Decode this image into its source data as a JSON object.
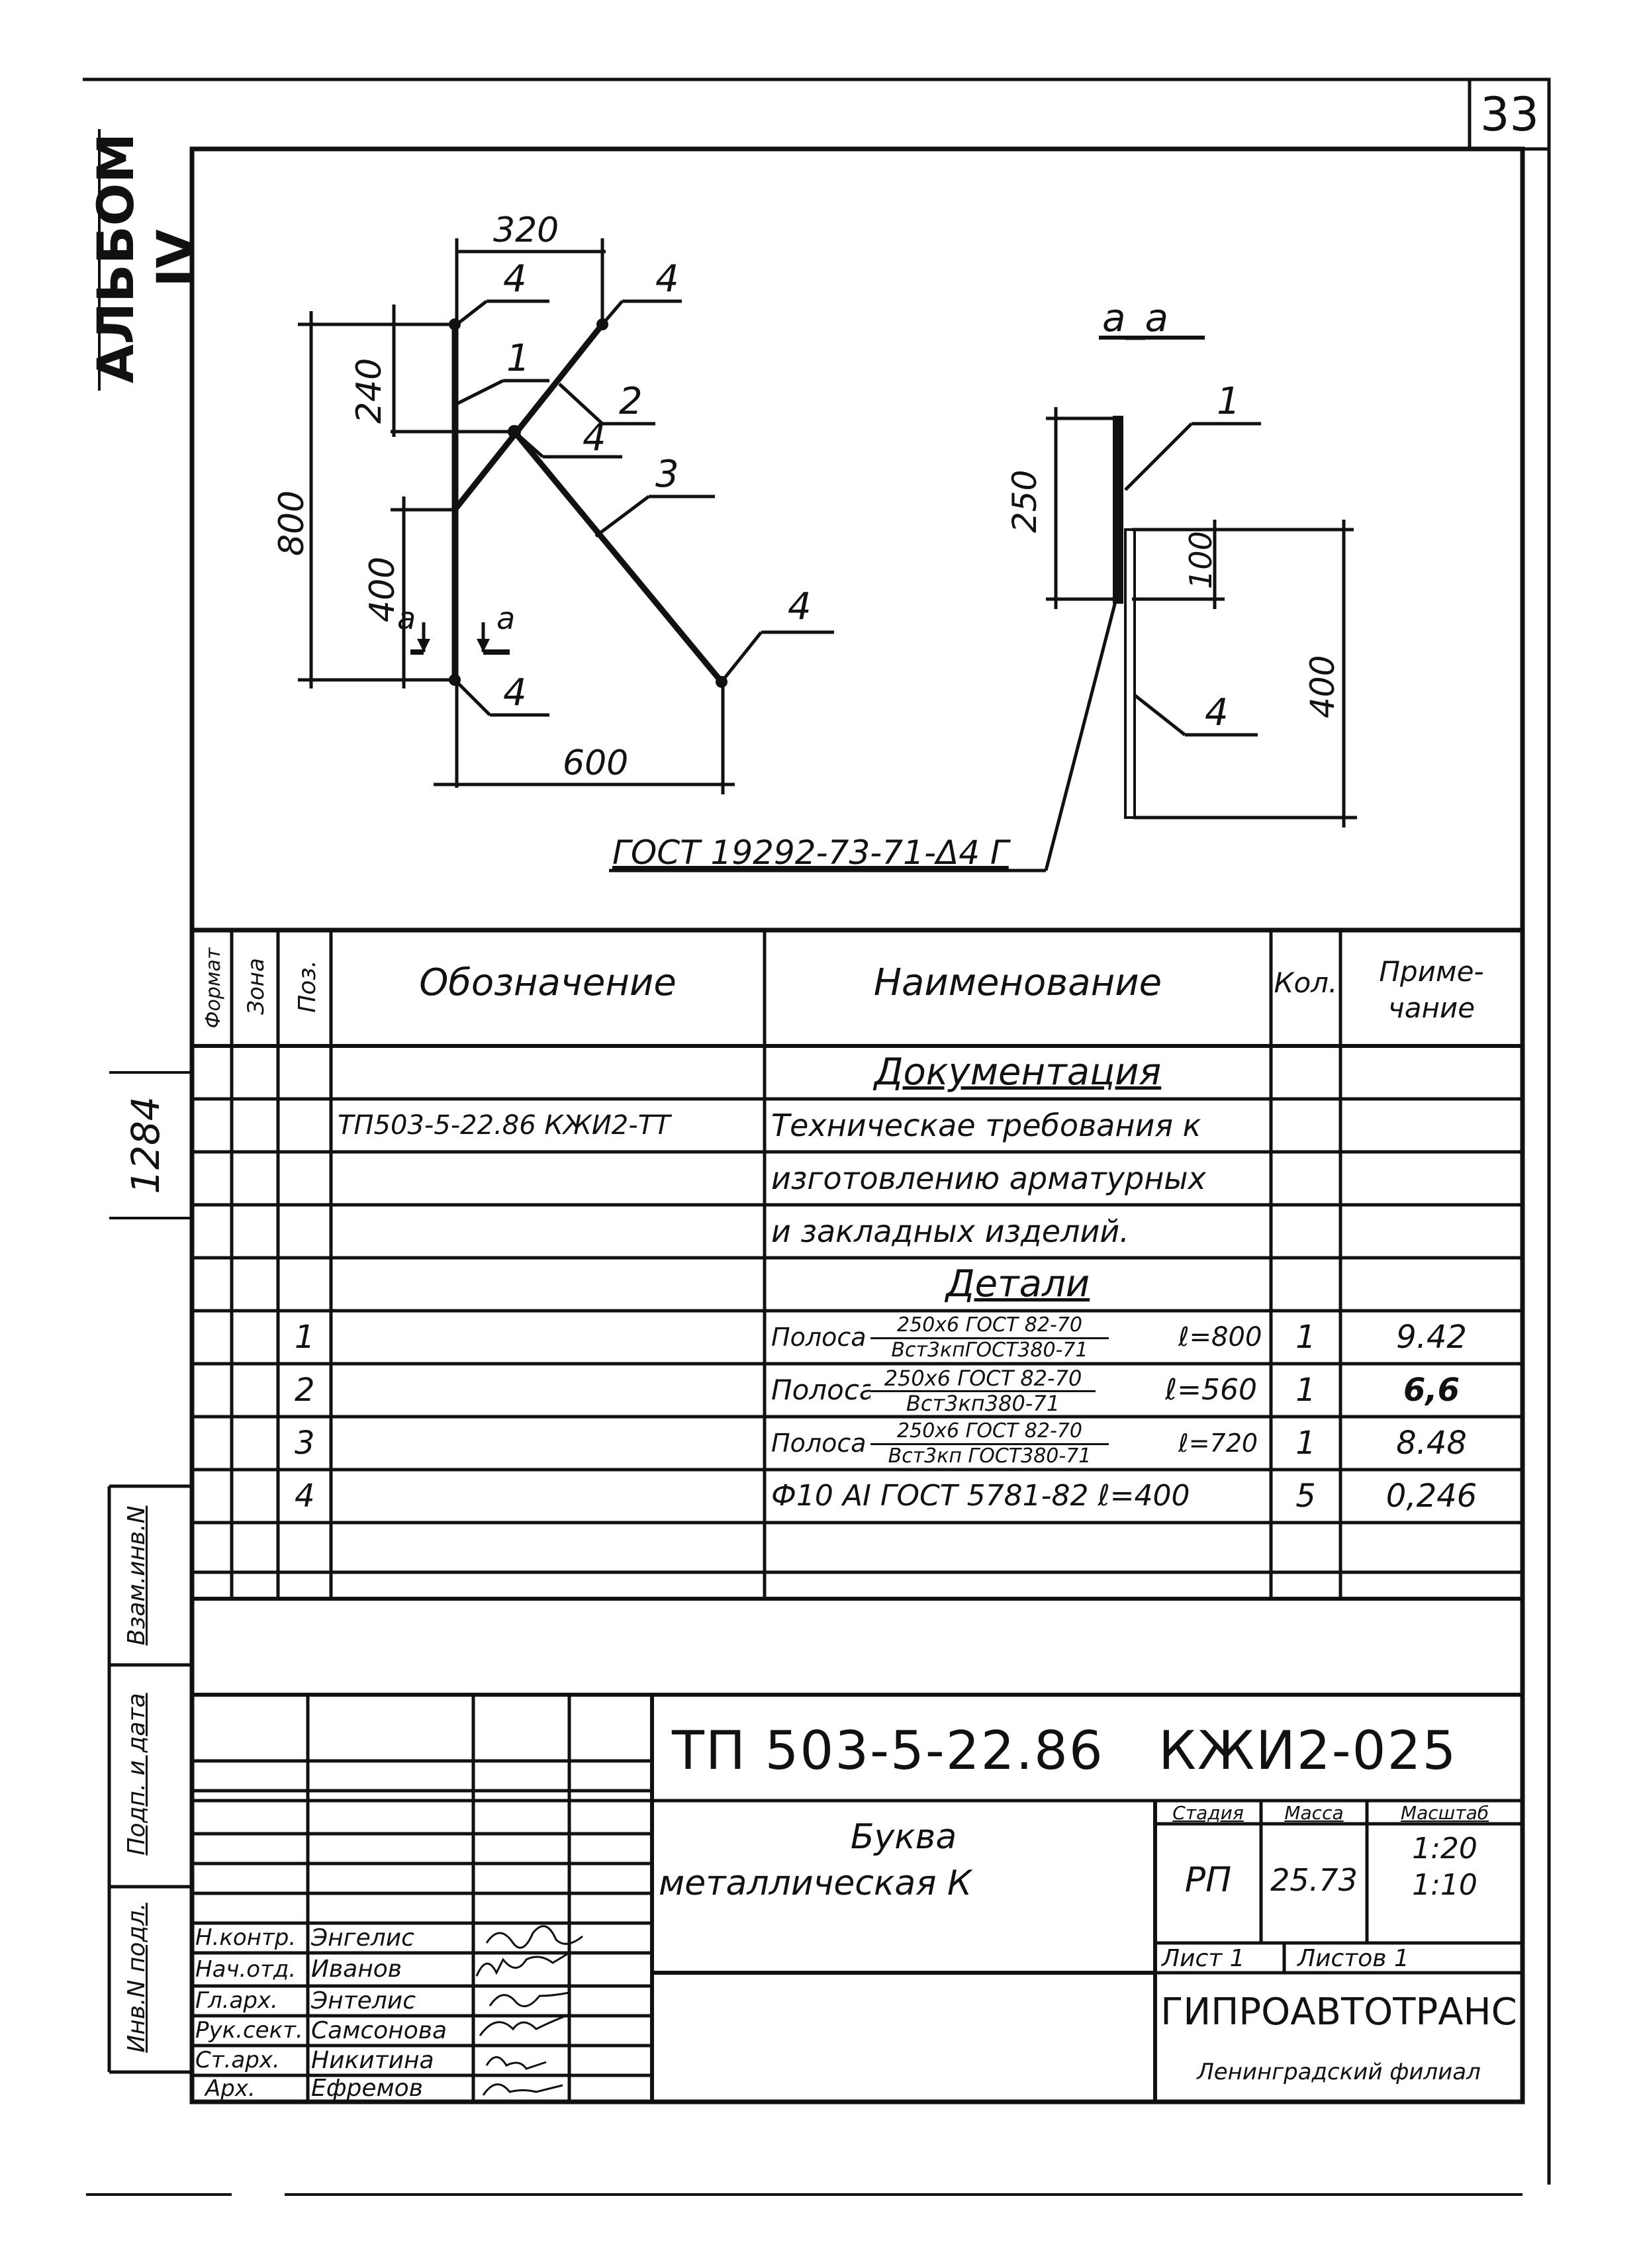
{
  "sheet": {
    "page_number": "33",
    "album": "АЛЬБОМ IV",
    "inventory_number": "1284",
    "side_labels": [
      "Взам.инв.N",
      "Подп. и дата",
      "Инв.N подл."
    ]
  },
  "drawing": {
    "dims_plan": {
      "width_top": "320",
      "height_upper": "240",
      "height_total": "800",
      "height_lower": "400",
      "width_bottom": "600",
      "section_mark": "a"
    },
    "callouts_plan": [
      "4",
      "4",
      "1",
      "2",
      "4",
      "3",
      "4",
      "4"
    ],
    "section": {
      "title": "a_a",
      "dim_250": "250",
      "dim_100": "100",
      "dim_400": "400",
      "callout_1": "1",
      "callout_4": "4"
    },
    "weld_note": "ГОСТ 19292-73-71-Δ4 Г"
  },
  "spec": {
    "headers": {
      "format": "Формат",
      "zone": "Зона",
      "pos": "Поз.",
      "designation": "Обозначение",
      "name": "Наименование",
      "qty": "Кол.",
      "note_line1": "Приме-",
      "note_line2": "чание"
    },
    "section_docs": "Документация",
    "doc_designation": "ТП503-5-22.86 КЖИ2-ТТ",
    "doc_lines": [
      "Техническае требования к",
      "изготовлению арматурных",
      "и закладных изделий."
    ],
    "section_parts": "Детали",
    "items": [
      {
        "pos": "1",
        "name": "Полоса",
        "frac_top": "250х6 ГОСТ 82-70",
        "frac_bottom": "Вст3кпГОСТ380-71",
        "length": "ℓ=800",
        "qty": "1",
        "note": "9.42"
      },
      {
        "pos": "2",
        "name": "Полоса",
        "frac_top": "250х6 ГОСТ 82-70",
        "frac_bottom": "Вст3кп380-71",
        "length": "ℓ=560",
        "qty": "1",
        "note": "6,6"
      },
      {
        "pos": "3",
        "name": "Полоса",
        "frac_top": "250х6 ГОСТ 82-70",
        "frac_bottom": "Вст3кп ГОСТ380-71",
        "length": "ℓ=720",
        "qty": "1",
        "note": "8.48"
      },
      {
        "pos": "4",
        "name": "Ф10 АI ГОСТ 5781-82 ℓ=400",
        "frac_top": "",
        "frac_bottom": "",
        "length": "",
        "qty": "5",
        "note": "0,246"
      }
    ]
  },
  "title_block": {
    "code": "ТП 503-5-22.86   КЖИ2-025",
    "name_line1": "Буква",
    "name_line2": "металлическая К",
    "stage_label": "Стадия",
    "mass_label": "Масса",
    "scale_label": "Масштаб",
    "stage": "РП",
    "mass": "25.73",
    "scale1": "1:20",
    "scale2": "1:10",
    "sheet_label": "Лист 1",
    "sheets_label": "Листов 1",
    "org": "ГИПРОАВТОТРАНС",
    "branch": "Ленинградский филиал",
    "roles": [
      {
        "role": "Н.контр.",
        "person": "Энгелис"
      },
      {
        "role": "Нач.отд.",
        "person": "Иванов"
      },
      {
        "role": "Гл.арх.",
        "person": "Энтелис"
      },
      {
        "role": "Рук.сект.",
        "person": "Самсонова"
      },
      {
        "role": "Ст.арх.",
        "person": "Никитина"
      },
      {
        "role": "Арх.",
        "person": "Ефремов"
      }
    ]
  }
}
